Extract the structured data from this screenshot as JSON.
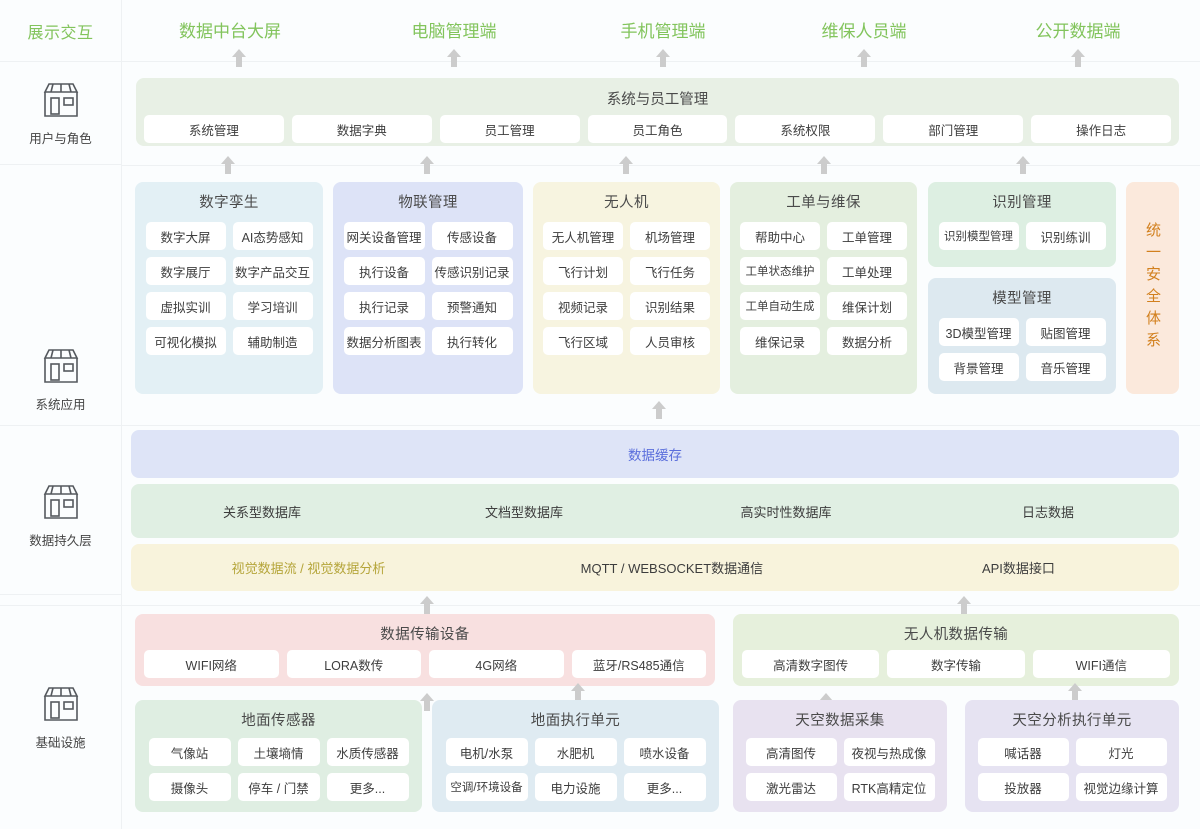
{
  "sidebar": {
    "header_label": "展示交互",
    "rows": [
      {
        "label": "用户与角色",
        "icon": "shop-icon"
      },
      {
        "label": "系统应用",
        "icon": "shop-icon"
      },
      {
        "label": "数据持久层",
        "icon": "shop-icon"
      },
      {
        "label": "基础设施",
        "icon": "shop-icon"
      }
    ]
  },
  "header": {
    "endpoints": [
      "数据中台大屏",
      "电脑管理端",
      "手机管理端",
      "维保人员端",
      "公开数据端"
    ]
  },
  "user_role_band": {
    "title": "系统与员工管理",
    "items": [
      "系统管理",
      "数据字典",
      "员工管理",
      "员工角色",
      "系统权限",
      "部门管理",
      "操作日志"
    ]
  },
  "applications": {
    "groups": [
      {
        "title": "数字孪生",
        "color": "#e3f0f5",
        "items": [
          "数字大屏",
          "AI态势感知",
          "数字展厅",
          "数字产品交互",
          "虚拟实训",
          "学习培训",
          "可视化模拟",
          "辅助制造"
        ]
      },
      {
        "title": "物联管理",
        "color": "#dde3f7",
        "items": [
          "网关设备管理",
          "传感设备",
          "执行设备",
          "传感识别记录",
          "执行记录",
          "预警通知",
          "数据分析图表",
          "执行转化"
        ]
      },
      {
        "title": "无人机",
        "color": "#f7f4e0",
        "items": [
          "无人机管理",
          "机场管理",
          "飞行计划",
          "飞行任务",
          "视频记录",
          "识别结果",
          "飞行区域",
          "人员审核"
        ]
      },
      {
        "title": "工单与维保",
        "color": "#e4efdf",
        "items": [
          "帮助中心",
          "工单管理",
          "工单状态维护",
          "工单处理",
          "工单自动生成",
          "维保计划",
          "维保记录",
          "数据分析"
        ]
      }
    ],
    "recognition": {
      "title": "识别管理",
      "color": "#ddefe2",
      "items": [
        "识别模型管理",
        "识别练训"
      ]
    },
    "model": {
      "title": "模型管理",
      "color": "#dde9f0",
      "items": [
        "3D模型管理",
        "贴图管理",
        "背景管理",
        "音乐管理"
      ]
    },
    "security": {
      "label": "统一安全体系",
      "color": "#fbe9dc",
      "text_color": "#d2801e"
    }
  },
  "persistence": {
    "cache": {
      "label": "数据缓存",
      "color": "#dee4f7",
      "text_color": "#5b6fdc"
    },
    "databases": {
      "color": "#e0efe3",
      "items": [
        "关系型数据库",
        "文档型数据库",
        "高实时性数据库",
        "日志数据"
      ]
    },
    "communication": {
      "color": "#f8f3dc",
      "items": [
        "视觉数据流 / 视觉数据分析",
        "MQTT / WEBSOCKET数据通信",
        "API数据接口"
      ],
      "first_text_color": "#b5a53a"
    }
  },
  "infrastructure": {
    "transmission": [
      {
        "title": "数据传输设备",
        "color": "#f8e0e0",
        "items": [
          "WIFI网络",
          "LORA数传",
          "4G网络",
          "蓝牙/RS485通信"
        ]
      },
      {
        "title": "无人机数据传输",
        "color": "#e6f0dc",
        "items": [
          "高清数字图传",
          "数字传输",
          "WIFI通信"
        ]
      }
    ],
    "devices": [
      {
        "title": "地面传感器",
        "color": "#dfeee2",
        "items": [
          "气像站",
          "土壤墒情",
          "水质传感器",
          "摄像头",
          "停车 / 门禁",
          "更多..."
        ]
      },
      {
        "title": "地面执行单元",
        "color": "#dfebf2",
        "items": [
          "电机/水泵",
          "水肥机",
          "喷水设备",
          "空调/环境设备",
          "电力设施",
          "更多..."
        ]
      },
      {
        "title": "天空数据采集",
        "color": "#e8e2f0",
        "items": [
          "高清图传",
          "夜视与热成像",
          "激光雷达",
          "RTK高精定位"
        ]
      },
      {
        "title": "天空分析执行单元",
        "color": "#e6e3f2",
        "items": [
          "喊话器",
          "灯光",
          "投放器",
          "视觉边缘计算"
        ]
      }
    ]
  },
  "icons": {
    "arrow_up": "arrow-up-icon",
    "shop": "shop-icon"
  },
  "colors": {
    "accent_green": "#82c45c",
    "arrow": "#cccccc",
    "divider": "#eef1f3"
  }
}
